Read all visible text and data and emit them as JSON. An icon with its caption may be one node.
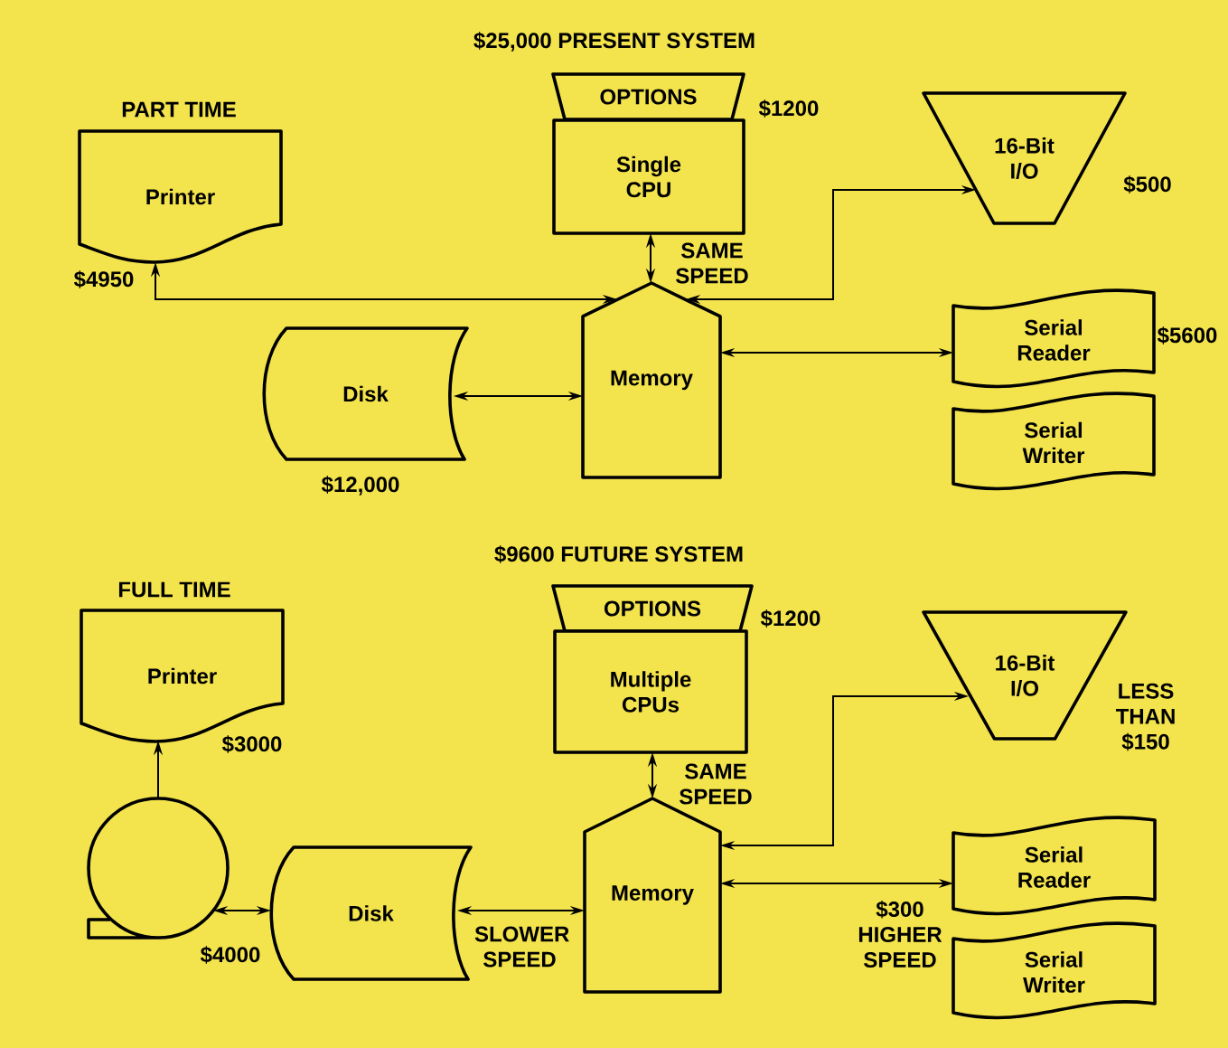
{
  "diagram": {
    "nodes": [
      {
        "text": [
          "OPTIONS"
        ],
        "beside": [
          "$1200"
        ]
      },
      {
        "text": [
          "Single CPU"
        ]
      },
      {
        "text": [
          "PART TIME",
          "Printer"
        ],
        "beside": [
          "$4950"
        ]
      },
      {
        "text": [
          "16-Bit I/O"
        ],
        "beside": [
          "$500"
        ]
      },
      {
        "text": [
          "Memory"
        ]
      },
      {
        "text": [
          "Disk"
        ],
        "beside": [
          "$12,000"
        ]
      },
      {
        "text": [
          "Serial Reader"
        ],
        "beside": [
          "$5600"
        ]
      },
      {
        "text": [
          "Serial Writer"
        ]
      },
      {
        "text": [
          "OPTIONS"
        ],
        "beside": [
          "$1200"
        ]
      },
      {
        "text": [
          "Multiple CPUs"
        ]
      },
      {
        "text": [
          "FULL TIME",
          "Printer"
        ],
        "beside": [
          "$3000"
        ]
      },
      {
        "text": [
          "16-Bit I/O"
        ],
        "beside": [
          "LESS THAN $150"
        ]
      },
      {
        "text": [],
        "shape": "circle",
        "beside": [
          "$4000"
        ]
      },
      {
        "text": [
          "Memory"
        ]
      },
      {
        "text": [
          "Disk"
        ]
      },
      {
        "text": [
          "Serial Reader"
        ]
      },
      {
        "text": [
          "Serial Writer"
        ]
      }
    ],
    "edges": [
      {
        "from": 1,
        "to": 4,
        "arrow": "both",
        "label": "SAME SPEED"
      },
      {
        "from": 4,
        "to": 2,
        "arrow": "both"
      },
      {
        "from": 4,
        "to": 3,
        "arrow": "both"
      },
      {
        "from": 5,
        "to": 4,
        "arrow": "both"
      },
      {
        "from": 4,
        "to": 6,
        "arrow": "both"
      },
      {
        "from": 9,
        "to": 13,
        "arrow": "both",
        "label": "SAME SPEED"
      },
      {
        "from": 12,
        "to": 10,
        "arrow": "to"
      },
      {
        "from": 12,
        "to": 14,
        "arrow": "both"
      },
      {
        "from": 14,
        "to": 13,
        "arrow": "both",
        "label": "SLOWER SPEED"
      },
      {
        "from": 13,
        "to": 11,
        "arrow": "both"
      },
      {
        "from": 13,
        "to": 15,
        "arrow": "both",
        "label": "$300 HIGHER SPEED"
      }
    ],
    "labels": [
      "$25,000 PRESENT SYSTEM",
      "$9600 FUTURE SYSTEM"
    ]
  }
}
